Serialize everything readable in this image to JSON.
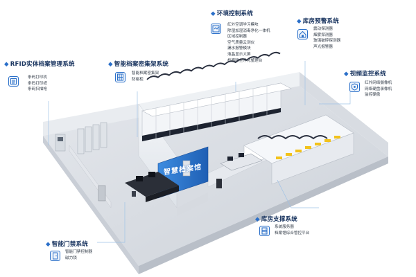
{
  "callouts": {
    "env": {
      "title": "环境控制系统",
      "items": [
        "红外空调学习模块",
        "除湿加湿消毒净化一体机",
        "区域控制器",
        "空气质量云测仪",
        "漏水报警模块",
        "液晶显示大屏",
        "档案除尘净化整理台"
      ],
      "icon": "control-module-icon"
    },
    "alarm": {
      "title": "库房预警系统",
      "items": [
        "震动探测器",
        "烟雾探测器",
        "玻璃破碎探测器",
        "声光报警器"
      ],
      "icon": "house-alarm-icon"
    },
    "rfid": {
      "title": "RFID实体档案管理系统",
      "items": [
        "条码打印机",
        "条码打印纸",
        "条码扫描枪"
      ],
      "icon": "barcode-printer-icon"
    },
    "shelf": {
      "title": "智能档案密集架系统",
      "items": [
        "智能档案密集架",
        "防磁柜"
      ],
      "icon": "shelving-icon"
    },
    "video": {
      "title": "视频监控系统",
      "items": [
        "红外网络摄像机",
        "网络硬盘录像机",
        "监控硬盘"
      ],
      "icon": "shield-camera-icon"
    },
    "support": {
      "title": "库房支撑系统",
      "items": [
        "系统服务器",
        "档案馆综合管控平台"
      ],
      "icon": "server-icon"
    },
    "door": {
      "title": "智能门禁系统",
      "items": [
        "智能门禁控制器",
        "磁力锁"
      ],
      "icon": "door-lock-icon"
    }
  },
  "wall_sign": "智慧档案馆",
  "colors": {
    "accent": "#2a6fc9",
    "title_text": "#1a3560",
    "floor": "#d9dde3",
    "wall": "#eef1f5",
    "wall_shade": "#c9ced6",
    "cabinet_band": "#1d2330",
    "yellow_tag": "#f2c21b",
    "desk": "#2b2f38"
  }
}
